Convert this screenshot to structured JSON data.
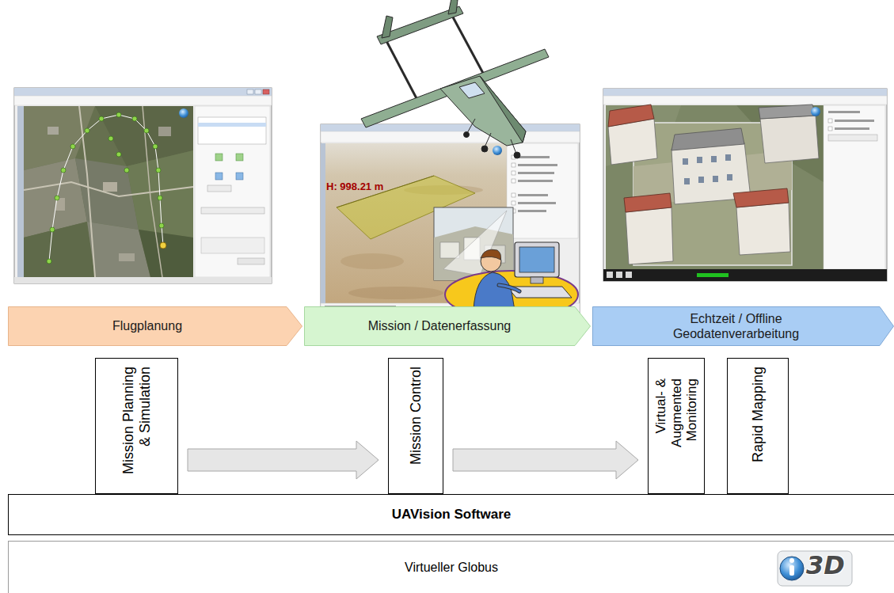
{
  "diagram": {
    "nodes": [
      {
        "text": [
          "Flugplanung"
        ]
      },
      {
        "text": [
          "Mission / Datenerfassung"
        ]
      },
      {
        "text": [
          "Echtzeit / Offline Geodatenverarbeitung"
        ]
      },
      {
        "text": [
          "Mission Planning & Simulation"
        ]
      },
      {
        "text": [
          "Mission Control"
        ]
      },
      {
        "text": [
          "Virtual- & Augmented Monitoring"
        ]
      },
      {
        "text": [
          "Rapid Mapping"
        ]
      },
      {
        "text": [
          "UAVision Software"
        ]
      },
      {
        "text": [
          "Virtueller Globus"
        ]
      }
    ],
    "edges": [
      {
        "from": 3,
        "to": 4,
        "arrow": "to"
      },
      {
        "from": 4,
        "to": 5,
        "arrow": "to"
      }
    ],
    "labels": [
      "H: 998.21 m",
      "3D"
    ]
  }
}
